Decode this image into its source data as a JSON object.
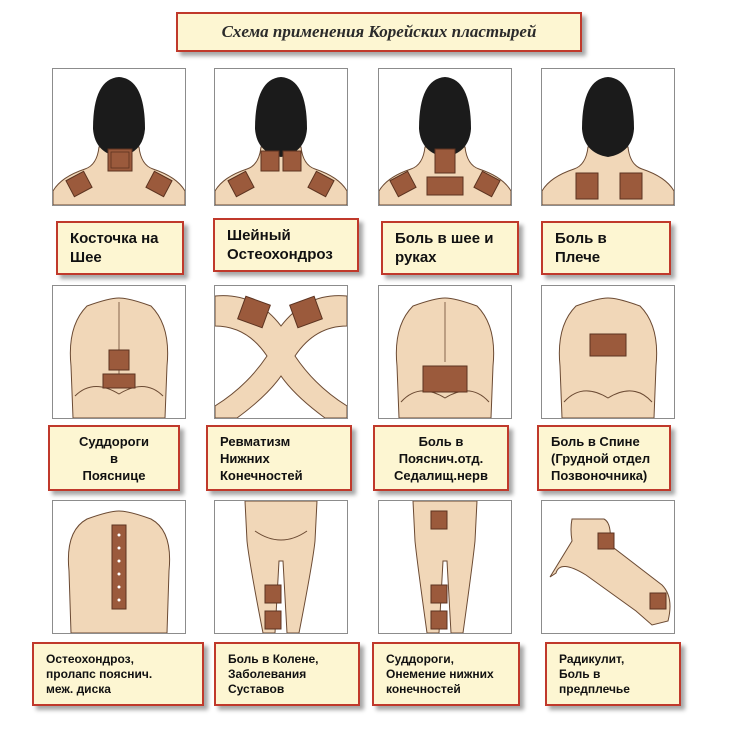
{
  "title": "Схема применения Корейских пластырей",
  "colors": {
    "skin": "#f1d7b8",
    "skin_line": "#6b4a33",
    "hair": "#1b1b1b",
    "patch": "#9b5a3c",
    "patch_border": "#5c3320",
    "label_bg": "#fdf6d2",
    "label_border": "#c0392b"
  },
  "labels": [
    {
      "lines": [
        "Косточка на",
        "Шее"
      ]
    },
    {
      "lines": [
        "Шейный",
        "Остеохондроз"
      ]
    },
    {
      "lines": [
        "Боль в шее и",
        "руках"
      ]
    },
    {
      "lines": [
        "Боль в",
        "Плече"
      ]
    },
    {
      "lines": [
        "Суддороги",
        "в",
        "Пояснице"
      ]
    },
    {
      "lines": [
        "Ревматизм",
        "Нижних",
        "Конечностей"
      ]
    },
    {
      "lines": [
        "Боль в",
        "Пояснич.отд.",
        "Седалищ.нерв"
      ]
    },
    {
      "lines": [
        "Боль в Спине",
        "(Грудной отдел",
        "Позвоночника)"
      ]
    },
    {
      "lines": [
        "Остеохондроз,",
        "пролапс пояснич.",
        "меж. диска"
      ]
    },
    {
      "lines": [
        "Боль в Колене,",
        "Заболевания",
        "Суставов"
      ]
    },
    {
      "lines": [
        "Суддороги,",
        "Онемение нижних",
        "конечностей"
      ]
    },
    {
      "lines": [
        "Радикулит,",
        "Боль в",
        "предплечье"
      ]
    }
  ]
}
